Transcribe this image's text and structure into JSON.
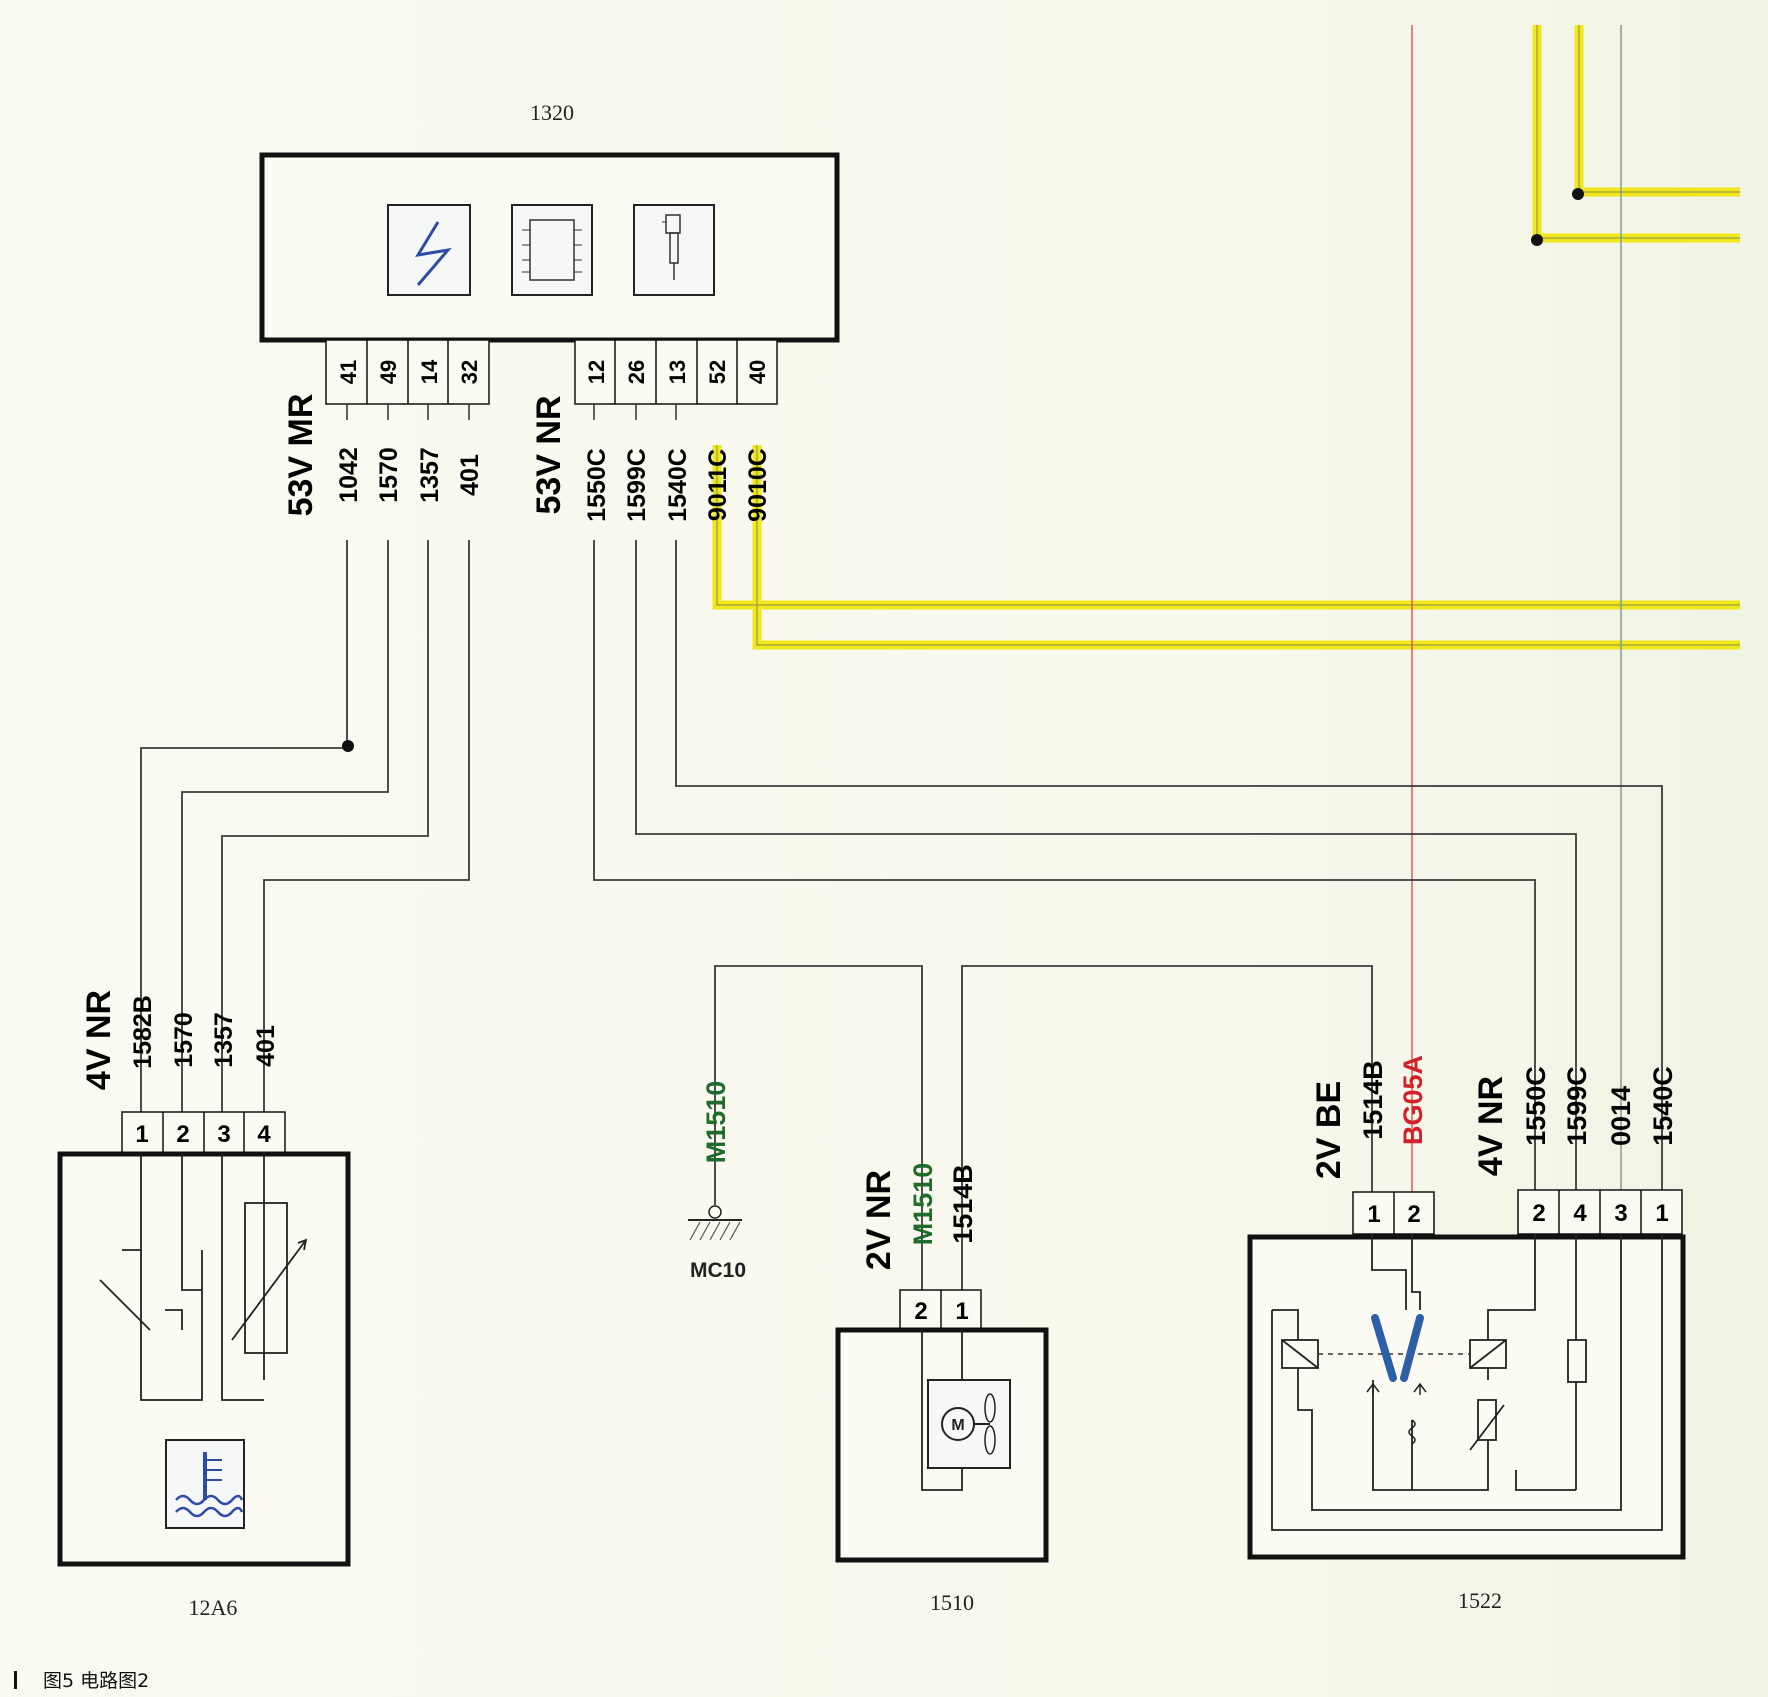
{
  "components": {
    "ecu": {
      "id": "1320"
    },
    "coolant_sensor": {
      "id": "12A6"
    },
    "fan": {
      "id": "1510"
    },
    "relay_box": {
      "id": "1522"
    }
  },
  "ecu_left_connector": {
    "label": "53V MR",
    "pins": [
      "41",
      "49",
      "14",
      "32"
    ],
    "wires": [
      "1042",
      "1570",
      "1357",
      "401"
    ]
  },
  "ecu_right_connector": {
    "label": "53V NR",
    "pins": [
      "12",
      "26",
      "13",
      "52",
      "40"
    ],
    "wires": [
      "1550C",
      "1599C",
      "1540C",
      "9011C",
      "9010C"
    ]
  },
  "sensor_connector": {
    "label": "4V NR",
    "pins": [
      "1",
      "2",
      "3",
      "4"
    ],
    "wires": [
      "1582B",
      "1570",
      "1357",
      "401"
    ]
  },
  "ground": {
    "wire": "M1510",
    "label": "MC10"
  },
  "fan_connector": {
    "label": "2V NR",
    "pins": [
      "2",
      "1"
    ],
    "wires": [
      "M1510",
      "1514B"
    ]
  },
  "relay_connector_a": {
    "label": "2V BE",
    "pins": [
      "1",
      "2"
    ],
    "wires": [
      "1514B",
      "BG05A"
    ]
  },
  "relay_connector_b": {
    "label": "4V NR",
    "pins": [
      "2",
      "4",
      "3",
      "1"
    ],
    "wires": [
      "1550C",
      "1599C",
      "0014",
      "1540C"
    ]
  },
  "caption": {
    "text": "图5   电路图2"
  },
  "colors": {
    "wire": "#3a3a3a",
    "yellow_wire": "#f0e81a",
    "red_wire": "#e05a5a",
    "ground_wire_label": "#1f6b2a",
    "red_label": "#d3202a"
  }
}
